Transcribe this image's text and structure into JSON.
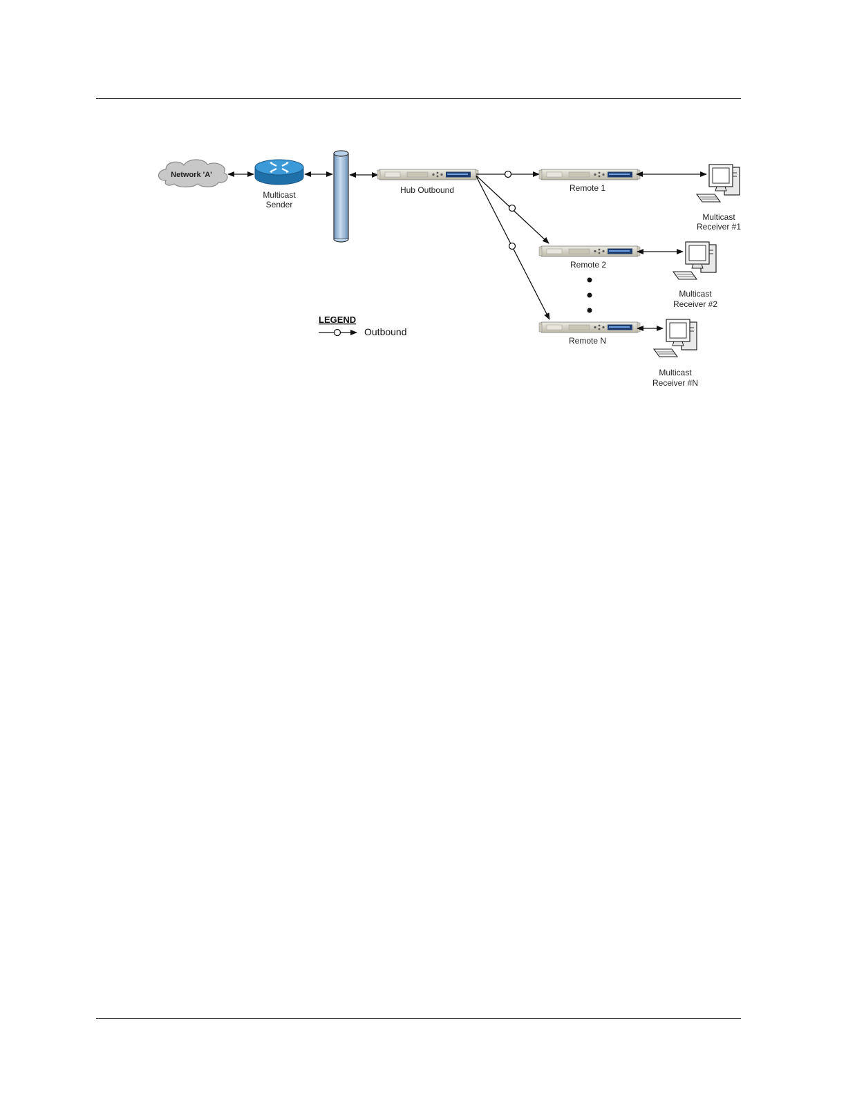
{
  "nodes": {
    "network": "Network 'A'",
    "sender": [
      "Multicast",
      "Sender"
    ],
    "hub": "Hub Outbound",
    "remote1": "Remote 1",
    "remote2": "Remote 2",
    "remoteN": "Remote N",
    "receiver1": [
      "Multicast",
      "Receiver #1"
    ],
    "receiver2": [
      "Multicast",
      "Receiver #2"
    ],
    "receiverN": [
      "Multicast",
      "Receiver #N"
    ]
  },
  "legend": {
    "title": "LEGEND",
    "outbound_label": "Outbound"
  },
  "colors": {
    "cloud": "#c8c8c8",
    "router": "#2f8fd0",
    "bus": "#9fc2e2",
    "modem": "#d6d3c4",
    "line": "#111111"
  }
}
